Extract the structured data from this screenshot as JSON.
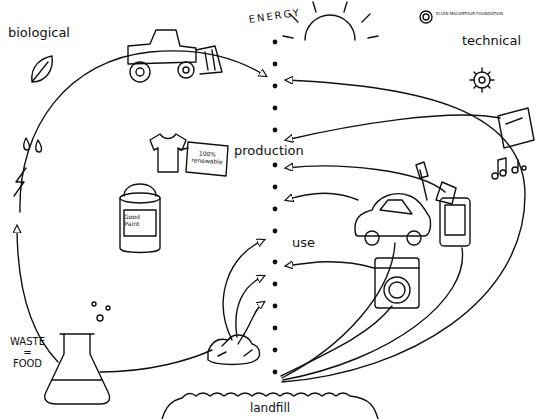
{
  "diagram": {
    "nodes": [
      {
        "text": [
          "landfill"
        ]
      }
    ],
    "labels": [
      "biological",
      "technical",
      "ENERGY",
      "production",
      "use",
      "WASTE = FOOD",
      "ELLEN MACARTHUR FOUNDATION",
      "Good Paint",
      "100% renewable"
    ]
  }
}
